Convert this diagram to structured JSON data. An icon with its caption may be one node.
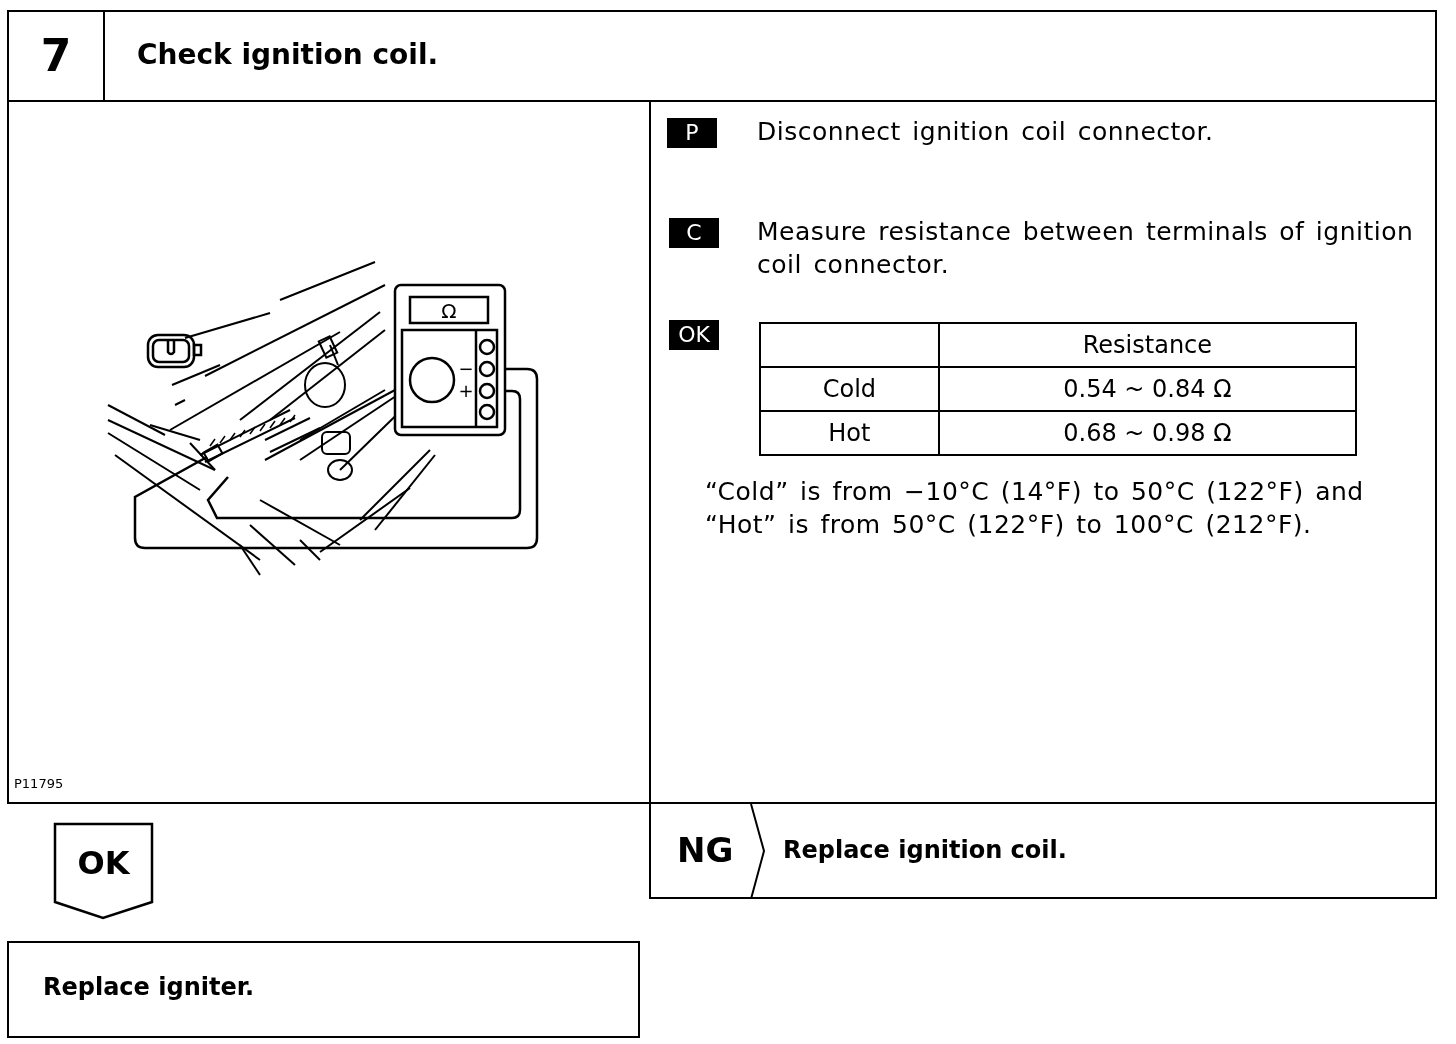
{
  "diagram": {
    "nodes": [
      {
        "text": [
          "7",
          "Check ignition coil."
        ]
      },
      {
        "text": [
          "OK"
        ]
      },
      {
        "text": [
          "Replace igniter."
        ]
      },
      {
        "text": [
          "NG",
          "Replace ignition coil."
        ]
      }
    ],
    "edges": [],
    "labels": [
      "Ω",
      "−",
      "+",
      "P11795",
      "P",
      "Disconnect ignition coil connector.",
      "C",
      "Measure resistance between terminals of ignition coil connector.",
      "OK",
      "Resistance",
      "Cold",
      "0.54 ~ 0.84 Ω",
      "Hot",
      "0.68 ~ 0.98 Ω",
      "“Cold” is from −10°C (14°F) to 50°C (122°F) and “Hot” is from 50°C (122°F) to 100°C (212°F)."
    ]
  }
}
